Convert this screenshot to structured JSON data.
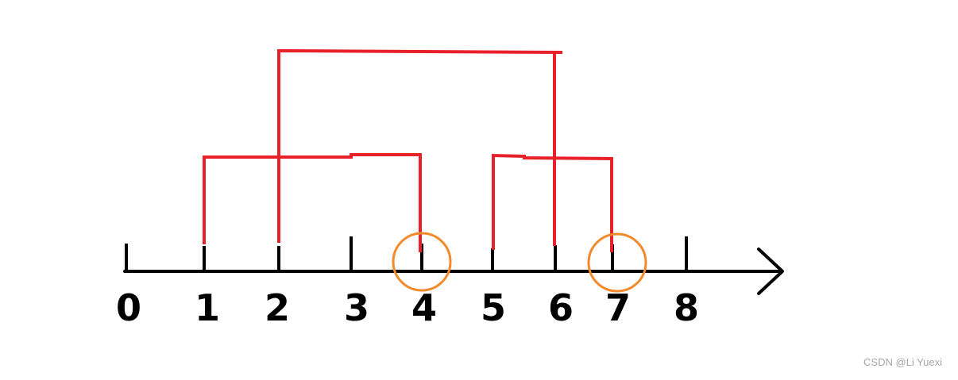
{
  "number_line": {
    "ticks": [
      {
        "label": "0"
      },
      {
        "label": "1"
      },
      {
        "label": "2"
      },
      {
        "label": "3"
      },
      {
        "label": "4"
      },
      {
        "label": "5"
      },
      {
        "label": "6"
      },
      {
        "label": "7"
      },
      {
        "label": "8"
      }
    ],
    "axis_color": "#000000"
  },
  "connections": {
    "color": "#e8202a",
    "links": [
      {
        "from": "2",
        "to": "6"
      },
      {
        "from": "1",
        "to": "4"
      },
      {
        "from": "5",
        "to": "7"
      }
    ]
  },
  "highlights": {
    "color": "#f28a2a",
    "circled": [
      "4",
      "7"
    ]
  },
  "watermark": "CSDN @Li Yuexi"
}
